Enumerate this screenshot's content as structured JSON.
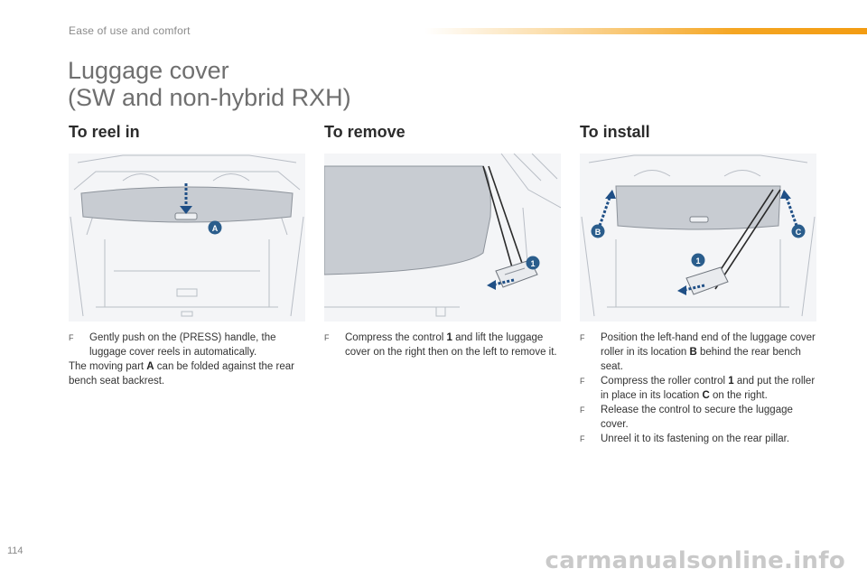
{
  "header": {
    "section": "Ease of use and comfort",
    "accent_color": "#f5a623"
  },
  "title": {
    "line1": "Luggage cover",
    "line2": "(SW and non-hybrid RXH)"
  },
  "columns": [
    {
      "heading": "To reel in",
      "figure_markers": [
        "A"
      ],
      "bullet_1_a": "Gently push on the (PRESS) handle, the luggage cover reels in automatically.",
      "para_pre": "The moving part ",
      "para_bold": "A",
      "para_post": " can be folded against the rear bench seat backrest."
    },
    {
      "heading": "To remove",
      "figure_markers": [
        "1"
      ],
      "bullet_1_pre": "Compress the control ",
      "bullet_1_bold": "1",
      "bullet_1_post": " and lift the luggage cover on the right then on the left to remove it."
    },
    {
      "heading": "To install",
      "figure_markers": [
        "B",
        "C",
        "1"
      ],
      "bullet_1_pre": "Position the left-hand end of the luggage cover roller in its location ",
      "bullet_1_bold": "B",
      "bullet_1_post": " behind the rear bench seat.",
      "bullet_2_pre": "Compress the roller control ",
      "bullet_2_bold": "1",
      "bullet_2_post": " and put the roller in place in its location ",
      "bullet_2_bold2": "C",
      "bullet_2_post2": " on the right.",
      "bullet_3": "Release the control to secure the luggage cover.",
      "bullet_4": "Unreel it to its fastening on the rear pillar."
    }
  ],
  "bullet_glyph": "F",
  "marker_color": "#2a5d8c",
  "arrow_color": "#1f4f86",
  "page_number": "114",
  "watermark": "carmanualsonline.info"
}
